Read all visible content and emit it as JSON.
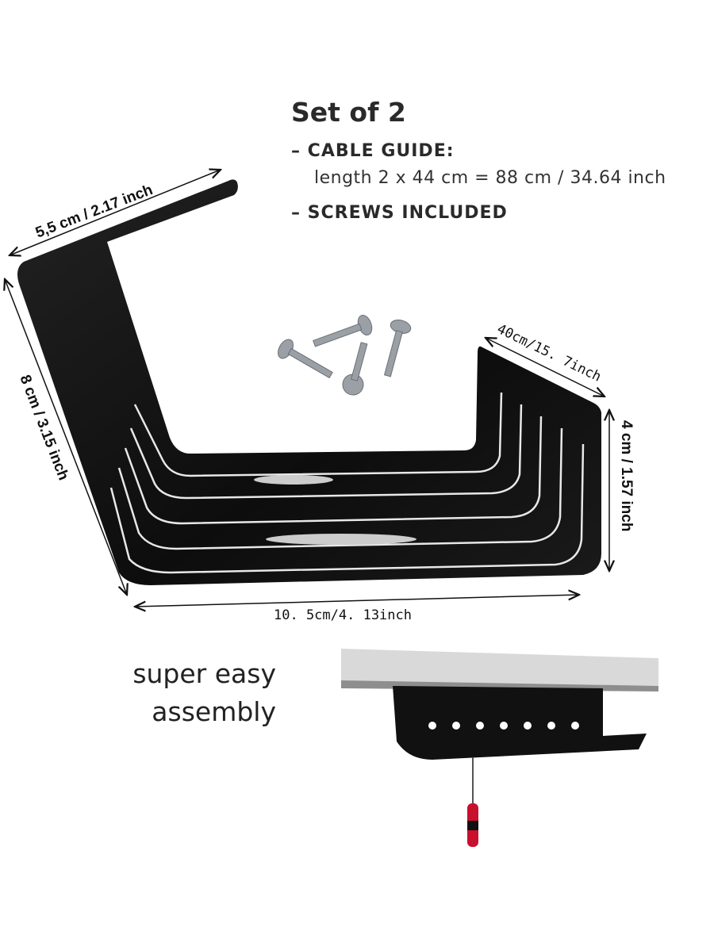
{
  "heading": {
    "title": "Set of 2",
    "bullets": [
      {
        "dash": "–",
        "label": "CABLE GUIDE:"
      },
      {
        "dash": "–",
        "label": "SCREWS INCLUDED"
      }
    ],
    "length_text": "length 2 x 44 cm = 88 cm / 34.64 inch"
  },
  "dimensions": {
    "top_width": "5,5 cm / 2.17 inch",
    "left_height": "8 cm / 3.15 inch",
    "right_depth": "40cm/15. 7inch",
    "right_height": "4 cm / 1.57 inch",
    "bottom_length": "10. 5cm/4. 13inch"
  },
  "assembly": {
    "line1": "super easy",
    "line2": "assembly"
  },
  "colors": {
    "bracket": "#111111",
    "text": "#2a2a2a",
    "screwdriver_handle": "#c8102e",
    "desk": "#d9d9d9"
  }
}
